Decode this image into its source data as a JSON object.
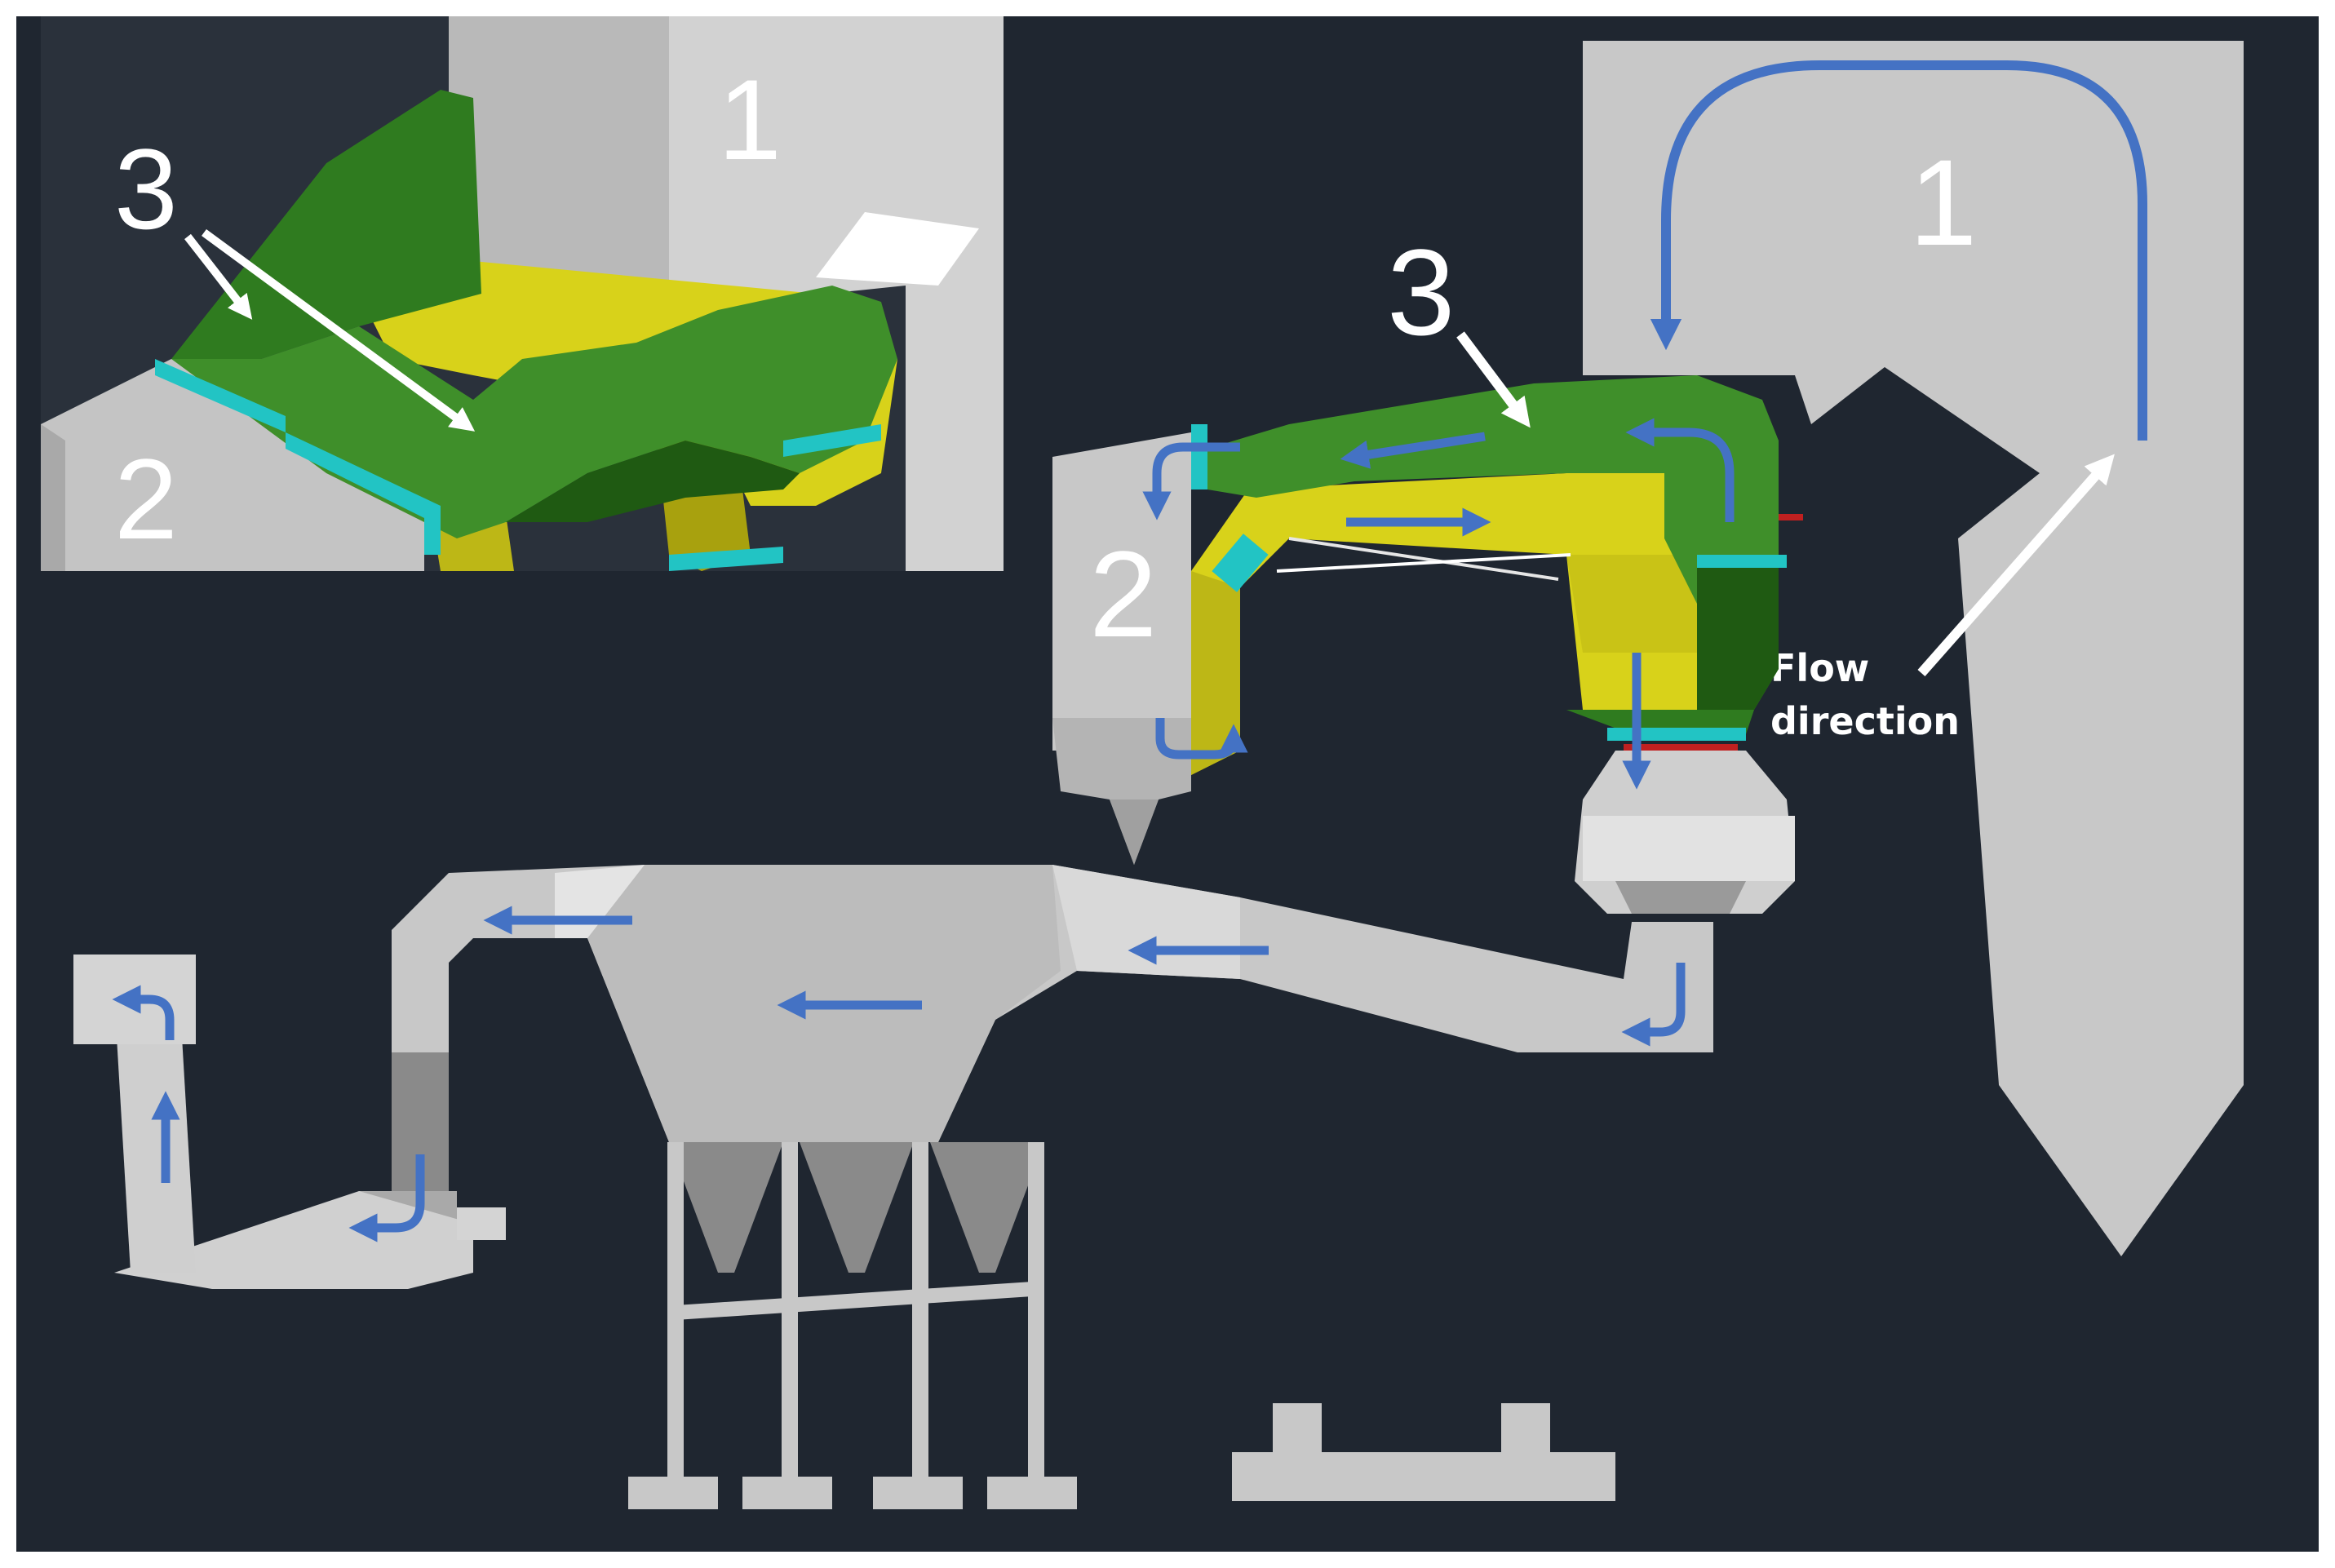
{
  "labels": {
    "inset_furnace": "1",
    "inset_reactor": "3",
    "inset_air_heater": "2",
    "main_furnace": "1",
    "main_reactor": "3",
    "main_air_heater": "2",
    "flow_line1": "Flow",
    "flow_line2": "direction"
  },
  "colors": {
    "background": "#1f2630",
    "structure_gray": "#c8c8c8",
    "light_gray": "#d9d9d9",
    "dark_gray": "#8a8a8a",
    "duct_green": "#3f8f2a",
    "duct_green_dark": "#1f5a12",
    "duct_yellow": "#d8d21a",
    "duct_yellow_dark": "#a8a10e",
    "flange_cyan": "#22c4c4",
    "flow_arrow": "#4472c4",
    "pointer_white": "#ffffff"
  }
}
